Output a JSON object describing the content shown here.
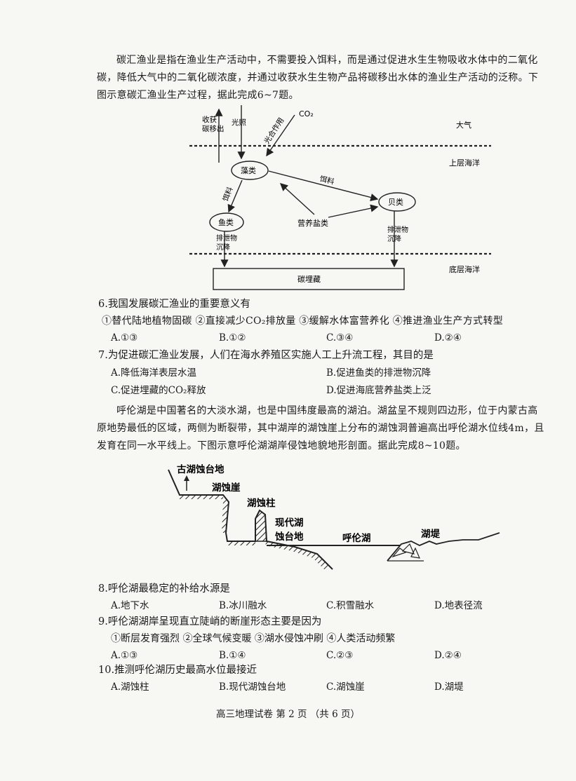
{
  "intro1": {
    "text": "碳汇渔业是指在渔业生产活动中，不需要投入饵料，而是通过促进水生生物吸收水体中的二氧化碳，降低大气中的二氧化碳浓度，并通过收获水生生物产品将碳移出水体的渔业生产活动的泛称。下图示意碳汇渔业生产过程，据此完成6~7题。"
  },
  "fig1": {
    "harvest": [
      "收获",
      "碳移出"
    ],
    "light": "光照",
    "photo": "光合作用",
    "co2": "CO₂",
    "atmosphere": "大气",
    "upper_ocean": "上层海洋",
    "algae": "藻类",
    "feed1": "饵料",
    "feed2": "饵料",
    "shellfish": "贝类",
    "fish": "鱼类",
    "nutrients": "营养盐类",
    "fish_excreta": [
      "排泄物",
      "沉降"
    ],
    "shell_excreta": [
      "排泄物",
      "沉降"
    ],
    "bottom_ocean": "底层海洋",
    "burial": "碳埋藏"
  },
  "q6": {
    "stem": "6.我国发展碳汇渔业的重要意义有",
    "items": "①替代陆地植物固碳 ②直接减少CO₂排放量 ③缓解水体富营养化 ④推进渔业生产方式转型",
    "options": [
      "A.①③",
      "B.①②",
      "C.③④",
      "D.②④"
    ]
  },
  "q7": {
    "stem": "7.为促进碳汇渔业发展，人们在海水养殖区实施人工上升流工程，其目的是",
    "options": [
      "A.降低海洋表层水温",
      "B.促进鱼类的排泄物沉降",
      "C.促进埋藏的CO₂释放",
      "D.促进海底营养盐类上泛"
    ]
  },
  "intro2": {
    "text": "呼伦湖是中国著名的大淡水湖，也是中国纬度最高的湖泊。湖盆呈不规则四边形，位于内蒙古高原地势最低的区域，两侧为断裂带，其中湖岸的湖蚀崖上分布的湖蚀洞普遍高出呼伦湖水位线4m，且发育在同一水平线上。下图示意呼伦湖湖岸侵蚀地貌地形剖面。据此完成8~10题。"
  },
  "fig2": {
    "ancient": "古湖蚀台地",
    "cliff": "湖蚀崖",
    "pillar": "湖蚀柱",
    "modern": [
      "现代湖",
      "蚀台地"
    ],
    "lake": "呼伦湖",
    "dike": "湖堤"
  },
  "q8": {
    "stem": "8.呼伦湖最稳定的补给水源是",
    "options": [
      "A.地下水",
      "B.冰川融水",
      "C.积雪融水",
      "D.地表径流"
    ]
  },
  "q9": {
    "stem": "9.呼伦湖湖岸呈现直立陡峭的断崖形态主要是因为",
    "items": "①断层发育强烈 ②全球气候变暖 ③湖水侵蚀冲刷 ④人类活动频繁",
    "options": [
      "A.①③",
      "B.①④",
      "C.②③",
      "D.②④"
    ]
  },
  "q10": {
    "stem": "10.推测呼伦湖历史最高水位最接近",
    "options": [
      "A.湖蚀柱",
      "B.现代湖蚀台地",
      "C.湖蚀崖",
      "D.湖堤"
    ]
  },
  "footer": "高三地理试卷 第 2 页 （共 6 页）"
}
